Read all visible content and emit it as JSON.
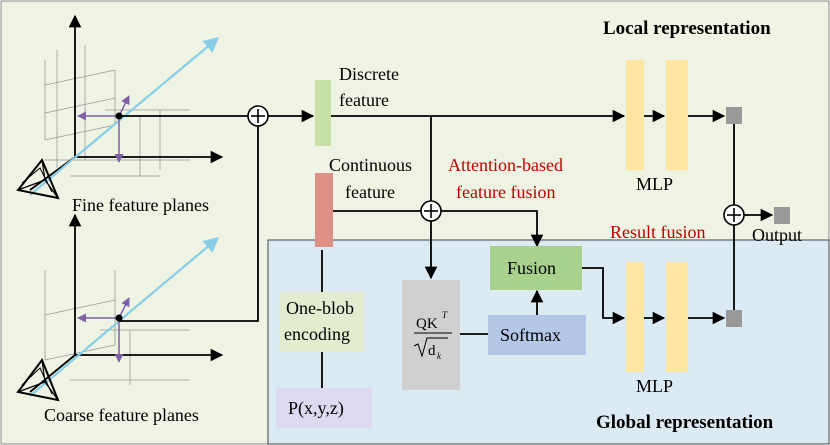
{
  "titles": {
    "local": "Local representation",
    "global": "Global representation"
  },
  "labels": {
    "discrete_feature": [
      "Discrete",
      "feature"
    ],
    "continuous_feature": [
      "Continuous",
      "feature"
    ],
    "attention_fusion": [
      "Attention-based",
      "feature fusion"
    ],
    "fine_planes": "Fine feature planes",
    "coarse_planes": "Coarse feature planes",
    "mlp_top": "MLP",
    "mlp_bottom": "MLP",
    "result_fusion": "Result fusion",
    "output": "Output",
    "one_blob": [
      "One-blob",
      "encoding"
    ],
    "position": "P(x,y,z)",
    "fusion": "Fusion",
    "softmax": "Softmax",
    "qk_numerator": "QK",
    "qk_sup": "T",
    "qk_denominator": "d",
    "qk_sub": "k"
  },
  "colors": {
    "background_top": "#eef3e3",
    "background_bottom": "#dcebf3",
    "mlp": "#ffe6a0",
    "discrete": "#c6e0a8",
    "continuous": "#e08f86",
    "fusion_box": "#a9d18e",
    "softmax_box": "#b4c7e7",
    "one_blob_box": "#e3eccf",
    "position_box": "#dcd9f0",
    "qk_box": "#d0d0d0",
    "cyan_ray": "#87cfe8",
    "purple": "#7e5fa8",
    "title_red": "#c00000"
  }
}
